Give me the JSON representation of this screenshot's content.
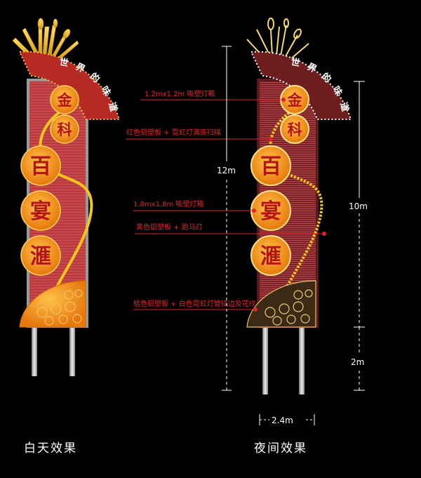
{
  "captions": {
    "day": "白天效果",
    "night": "夜间效果"
  },
  "arc_text": [
    "世",
    "界",
    "的",
    "味",
    "道"
  ],
  "circle_chars": [
    "金",
    "科",
    "百",
    "宴",
    "滙"
  ],
  "annotations": [
    "1.2mx1.2m 吸塑灯箱",
    "红色铝塑板 + 霓虹灯满底扫描",
    "1.8mx1.8m 吸塑灯箱",
    "黄色铝塑板 + 跑马灯",
    "桔色铝塑板 + 白色霓虹灯管描边及花纹"
  ],
  "dimensions": {
    "total_height": "12m",
    "sign_height": "10m",
    "post_height": "2m",
    "width": "2.4m"
  },
  "colors": {
    "background": "#000000",
    "panel_red": "#c8454a",
    "panel_night": "#7a2228",
    "circle_orange": "#f39a1a",
    "char_red": "#b5121b",
    "base_night": "#3d2a14",
    "annotation_red": "#e8202a",
    "dimension_white": "#ffffff"
  }
}
